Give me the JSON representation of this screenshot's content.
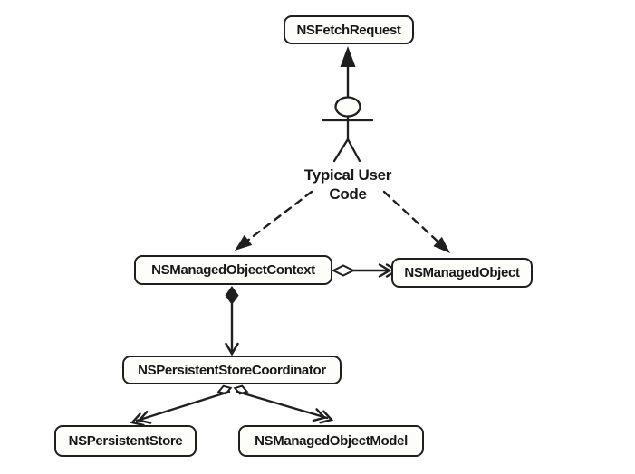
{
  "figure": {
    "kind": "class-relationship-diagram",
    "background": "#ffffff",
    "line_color": "#1f1f1f",
    "box_fill": "#fdfdfa"
  },
  "actor": {
    "name": "user-actor",
    "label_line1": "Typical User",
    "label_line2": "Code"
  },
  "nodes": {
    "fetch_request": {
      "label": "NSFetchRequest"
    },
    "managed_object_context": {
      "label": "NSManagedObjectContext"
    },
    "managed_object": {
      "label": "NSManagedObject"
    },
    "persistent_store_coordinator": {
      "label": "NSPersistentStoreCoordinator"
    },
    "persistent_store": {
      "label": "NSPersistentStore"
    },
    "managed_object_model": {
      "label": "NSManagedObjectModel"
    }
  },
  "edges": [
    {
      "from": "user-actor",
      "to": "fetch_request",
      "line": "solid",
      "head": "filled-triangle"
    },
    {
      "from": "user-actor",
      "to": "managed_object_context",
      "line": "dashed",
      "head": "filled-triangle"
    },
    {
      "from": "user-actor",
      "to": "managed_object",
      "line": "dashed",
      "head": "filled-triangle"
    },
    {
      "from": "managed_object_context",
      "to": "managed_object",
      "line": "solid",
      "tail": "open-diamond",
      "head": "double-chevron"
    },
    {
      "from": "managed_object_context",
      "to": "persistent_store_coordinator",
      "line": "solid",
      "tail": "filled-diamond",
      "head": "chevron"
    },
    {
      "from": "persistent_store_coordinator",
      "to": "persistent_store",
      "line": "solid",
      "tail": "open-diamond",
      "head": "double-chevron"
    },
    {
      "from": "persistent_store_coordinator",
      "to": "managed_object_model",
      "line": "solid",
      "tail": "open-diamond",
      "head": "double-chevron"
    }
  ]
}
